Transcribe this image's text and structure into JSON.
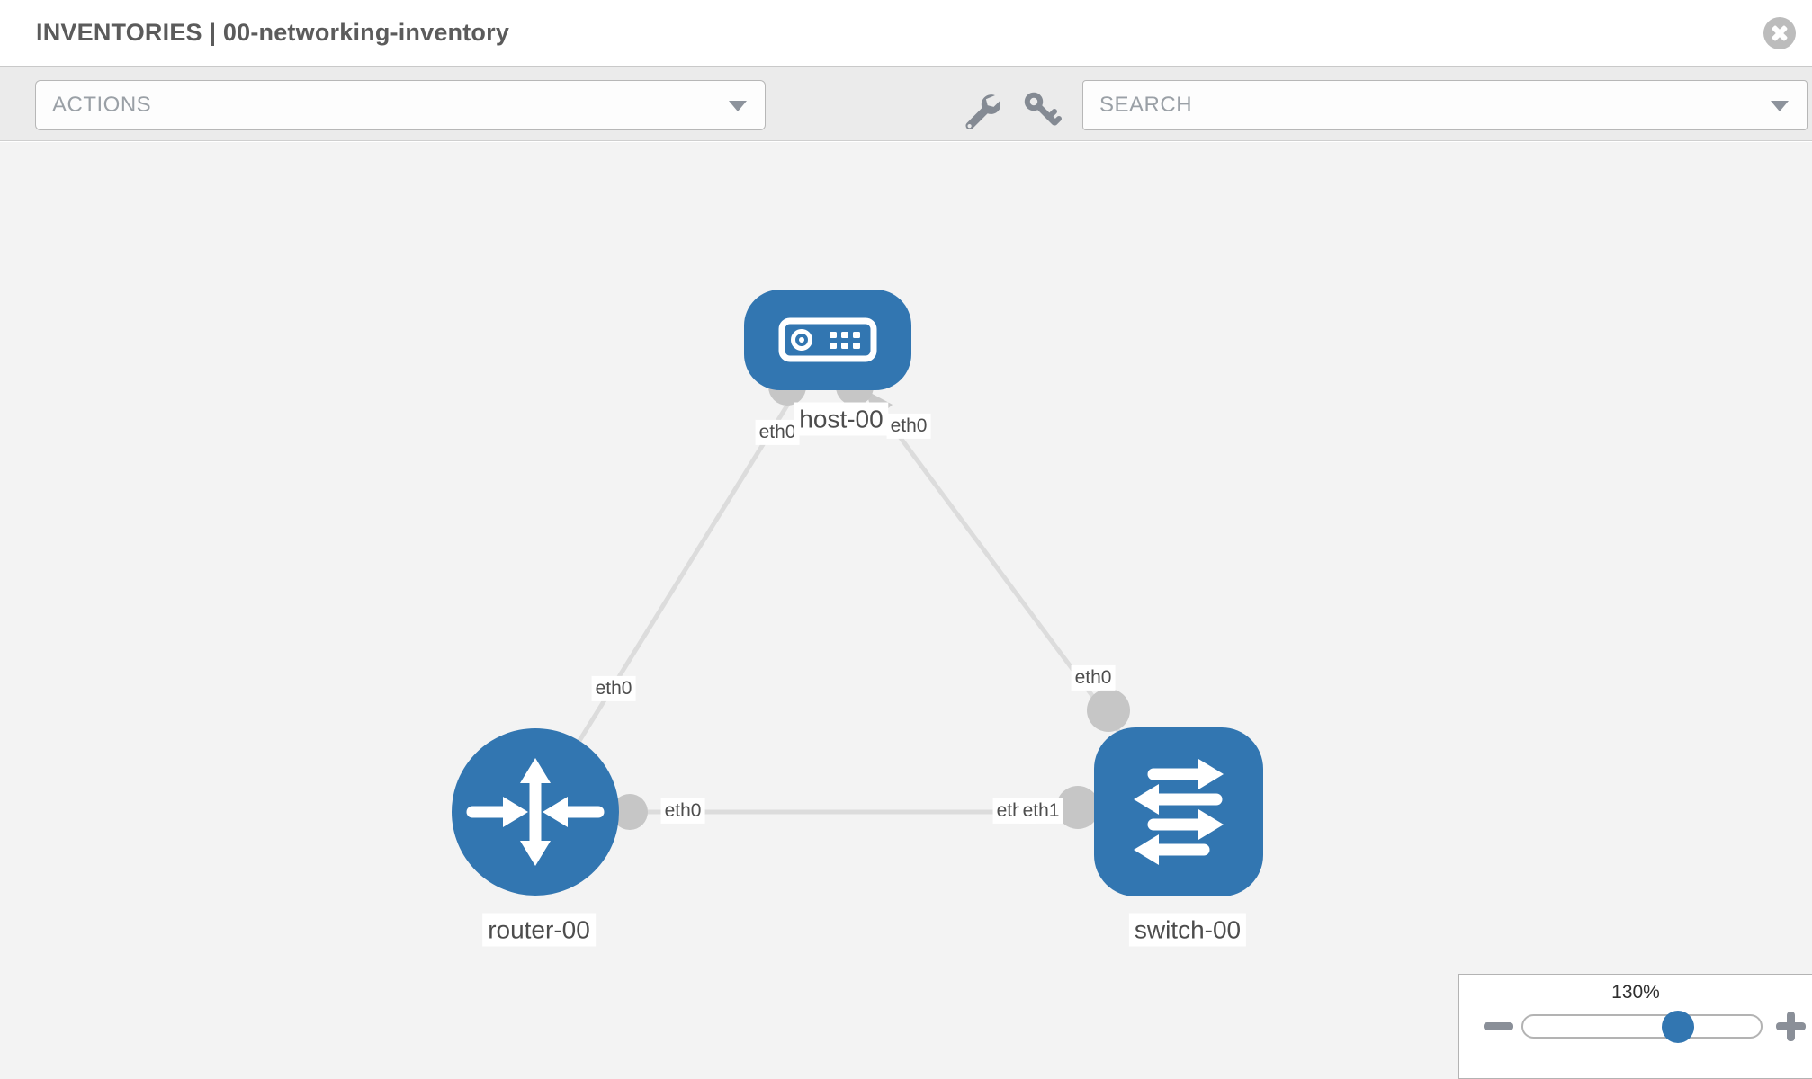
{
  "header": {
    "title": "INVENTORIES | 00-networking-inventory",
    "close_icon": "circle-x-icon"
  },
  "toolbar": {
    "actions_placeholder": "ACTIONS",
    "search_placeholder": "SEARCH",
    "icons": [
      "wrench-icon",
      "key-icon"
    ]
  },
  "topology": {
    "nodes": [
      {
        "id": "host-00",
        "label": "host-00",
        "type": "host",
        "icon": "host-icon"
      },
      {
        "id": "router-00",
        "label": "router-00",
        "type": "router",
        "icon": "router-icon"
      },
      {
        "id": "switch-00",
        "label": "switch-00",
        "type": "switch",
        "icon": "switch-icon"
      }
    ],
    "links": [
      {
        "from": "host-00",
        "from_if": "eth0",
        "to": "router-00",
        "to_if": "eth0"
      },
      {
        "from": "host-00",
        "from_if": "eth0",
        "to": "switch-00",
        "to_if": "eth0"
      },
      {
        "from": "router-00",
        "from_if": "eth0",
        "to": "switch-00",
        "to_if": "eth1",
        "to_if_overlapped": "eth0"
      }
    ]
  },
  "zoom_control": {
    "level": "130%",
    "slider_percent": 65
  },
  "colors": {
    "node_blue": "#3276b1",
    "link_gray": "#dcdcdc",
    "connector_gray": "#c6c6c6",
    "canvas_bg": "#f3f3f3",
    "toolbar_bg": "#ebebeb"
  }
}
